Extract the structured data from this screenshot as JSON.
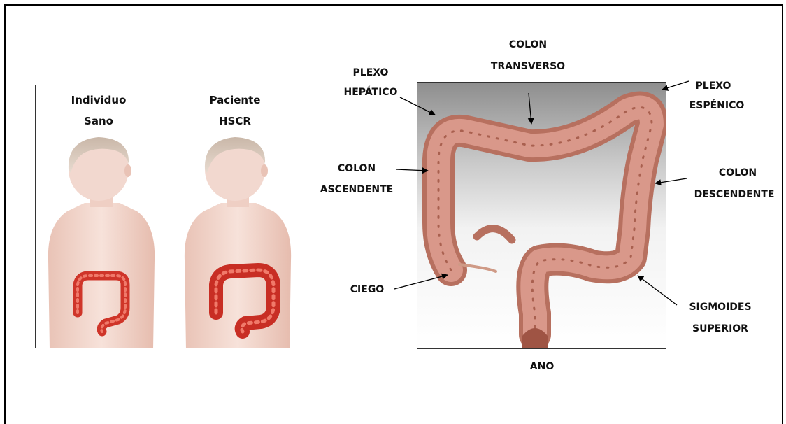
{
  "left_panel": {
    "healthy": {
      "line1": "Individuo",
      "line2": "Sano"
    },
    "patient": {
      "line1": "Paciente",
      "line2": "HSCR"
    }
  },
  "labels": {
    "colon_transverso": [
      "COLON",
      "TRANSVERSO"
    ],
    "plexo_hepatico": [
      "PLEXO",
      "HEPÁTICO"
    ],
    "plexo_esplenico": [
      "PLEXO",
      "ESPÉNICO"
    ],
    "colon_ascendente": [
      "COLON",
      "ASCENDENTE"
    ],
    "colon_descendente": [
      "COLON",
      "DESCENDENTE"
    ],
    "ciego": "CIEGO",
    "sigmoides_superior": [
      "SIGMOIDES",
      "SUPERIOR"
    ],
    "ano": "ANO"
  },
  "colors": {
    "skin": "#f3d6cc",
    "colon_anatomy": "#c98a7a",
    "colon_highlight": "#d63a2e",
    "background_gradient_top": "#8e8e8e"
  }
}
